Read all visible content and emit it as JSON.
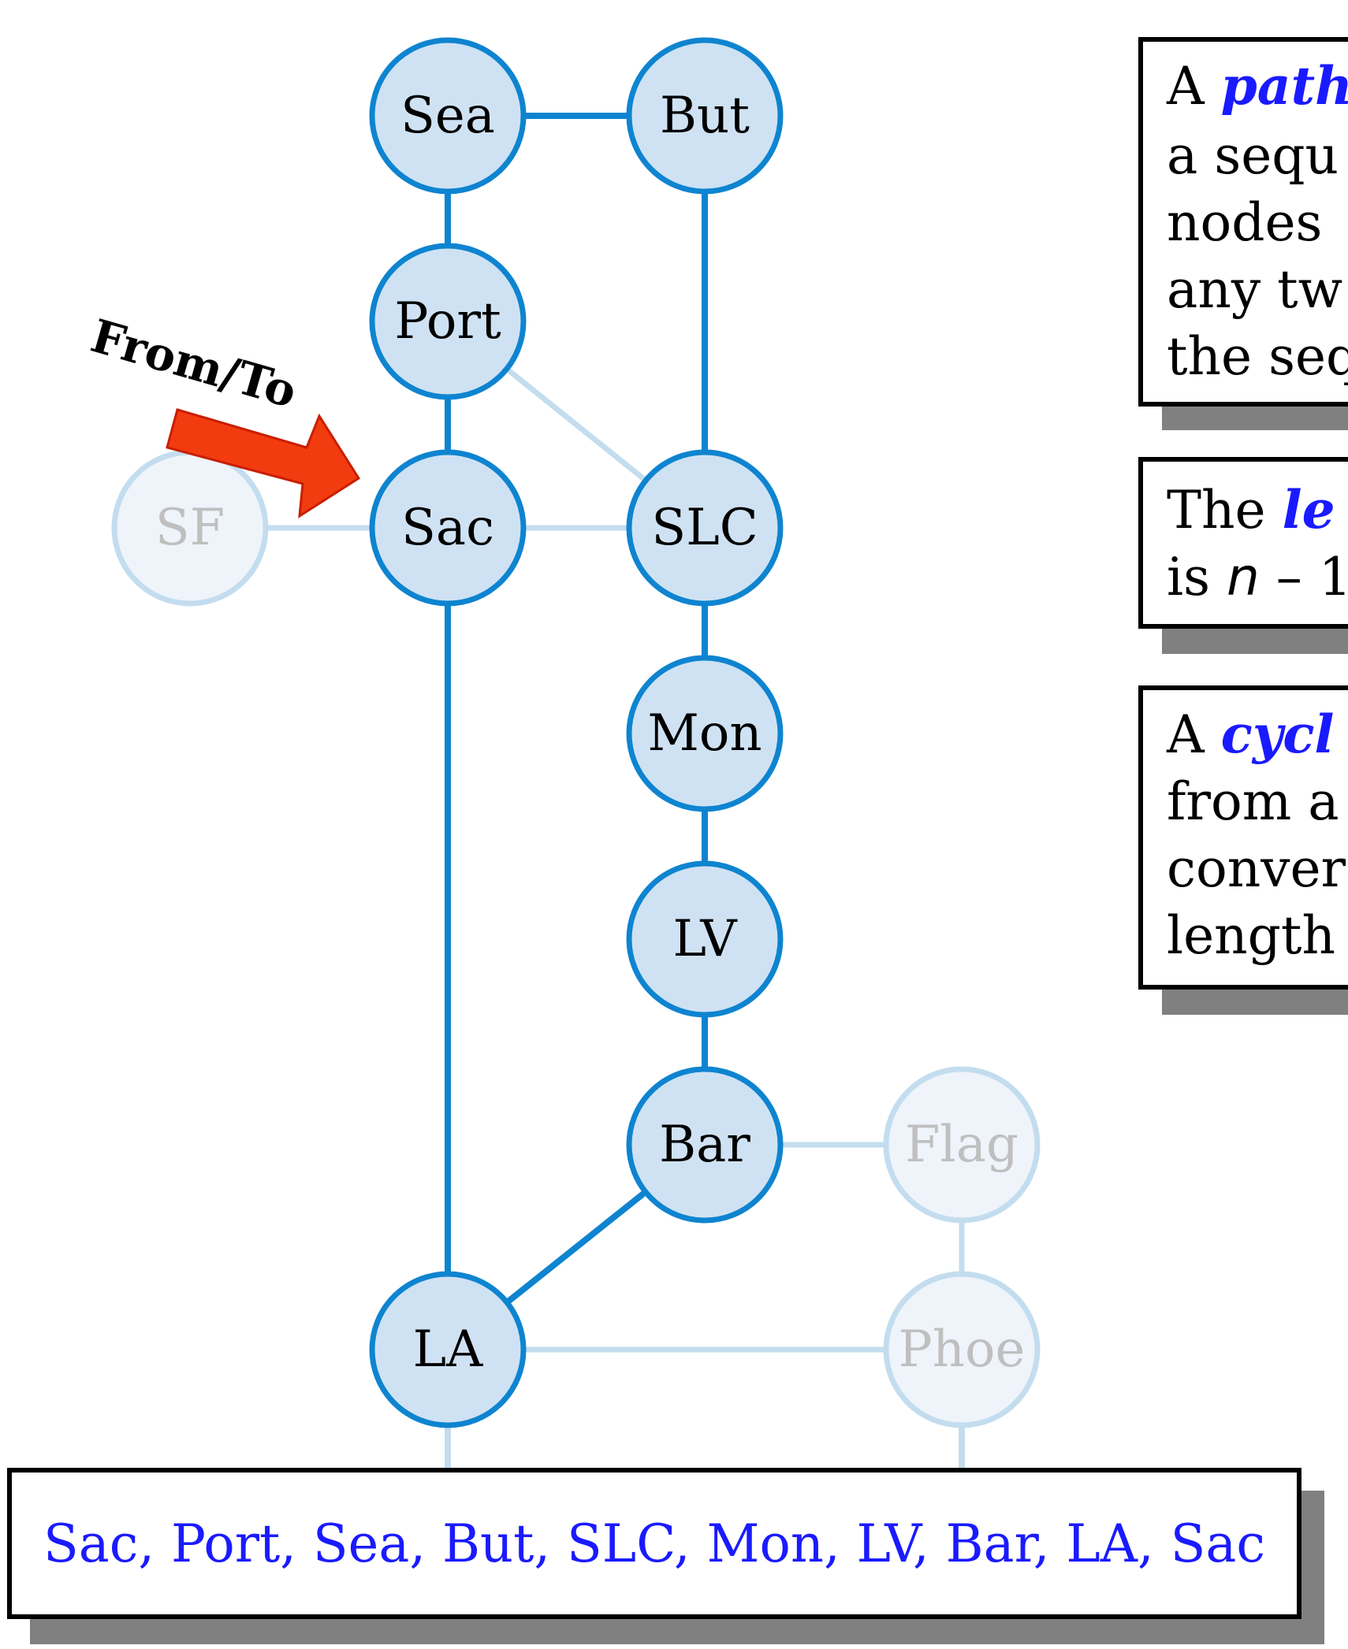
{
  "colors": {
    "node_fill": "#cfe2f3",
    "node_stroke": "#0e84d0",
    "edge_active": "#0e84d0",
    "edge_faded": "#c3ddef",
    "faded_node_fill": "#eef4fa",
    "faded_node_stroke": "#c3ddef",
    "faded_text": "#bfbfbf",
    "arrow_fill": "#f23c10",
    "arrow_stroke": "#c81e00",
    "highlight_text": "#1a1aff",
    "box_shadow": "#808080"
  },
  "graph": {
    "nodes": [
      {
        "id": "Sea",
        "label": "Sea",
        "faded": false
      },
      {
        "id": "But",
        "label": "But",
        "faded": false
      },
      {
        "id": "Port",
        "label": "Port",
        "faded": false
      },
      {
        "id": "SF",
        "label": "SF",
        "faded": true
      },
      {
        "id": "Sac",
        "label": "Sac",
        "faded": false
      },
      {
        "id": "SLC",
        "label": "SLC",
        "faded": false
      },
      {
        "id": "Mon",
        "label": "Mon",
        "faded": false
      },
      {
        "id": "LV",
        "label": "LV",
        "faded": false
      },
      {
        "id": "Bar",
        "label": "Bar",
        "faded": false
      },
      {
        "id": "Flag",
        "label": "Flag",
        "faded": true
      },
      {
        "id": "LA",
        "label": "LA",
        "faded": false
      },
      {
        "id": "Phoe",
        "label": "Phoe",
        "faded": true
      }
    ],
    "edges": [
      {
        "from": "Sea",
        "to": "But",
        "active": true
      },
      {
        "from": "Sea",
        "to": "Port",
        "active": true
      },
      {
        "from": "But",
        "to": "SLC",
        "active": true
      },
      {
        "from": "Port",
        "to": "Sac",
        "active": true
      },
      {
        "from": "Port",
        "to": "SLC",
        "active": false
      },
      {
        "from": "SF",
        "to": "Sac",
        "active": false
      },
      {
        "from": "Sac",
        "to": "SLC",
        "active": false
      },
      {
        "from": "Sac",
        "to": "LA",
        "active": true
      },
      {
        "from": "SLC",
        "to": "Mon",
        "active": true
      },
      {
        "from": "Mon",
        "to": "LV",
        "active": true
      },
      {
        "from": "LV",
        "to": "Bar",
        "active": true
      },
      {
        "from": "Bar",
        "to": "LA",
        "active": true
      },
      {
        "from": "Bar",
        "to": "Flag",
        "active": false
      },
      {
        "from": "Flag",
        "to": "Phoe",
        "active": false
      },
      {
        "from": "LA",
        "to": "Phoe",
        "active": false
      }
    ]
  },
  "arrow_label": "From/To",
  "side_boxes": {
    "path_box": {
      "line1_pre": "A ",
      "line1_term": "path",
      "line2": "a sequ",
      "line3": "nodes",
      "line4": "any tw",
      "line5": "the seq"
    },
    "length_box": {
      "line1_pre": "The ",
      "line1_term": "le",
      "line2_pre": "is ",
      "line2_var": "n",
      "line2_post": " – 1"
    },
    "cycle_box": {
      "line1_pre": "A ",
      "line1_term": "cycl",
      "line2": "from a",
      "line3": "conver",
      "line4": "length"
    }
  },
  "bottom_box": {
    "text": "Sac, Port, Sea, But, SLC, Mon, LV, Bar, LA, Sac"
  }
}
